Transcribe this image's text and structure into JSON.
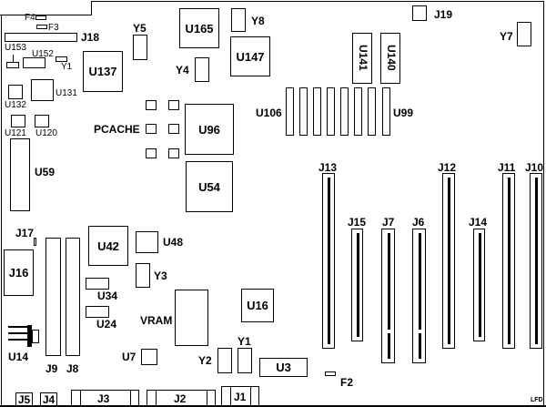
{
  "title": "Motherboard component layout",
  "labels": {
    "F4": "F4",
    "F3": "F3",
    "J18": "J18",
    "U153": "U153",
    "U152": "U152",
    "Y1_top": "Y1",
    "Y5": "Y5",
    "U165": "U165",
    "Y8": "Y8",
    "Y4": "Y4",
    "U147": "U147",
    "U137": "U137",
    "J19": "J19",
    "Y7": "Y7",
    "U141": "U141",
    "U140": "U140",
    "U106": "U106",
    "U99": "U99",
    "U131": "U131",
    "U132": "U132",
    "U121": "U121",
    "U120": "U120",
    "PCACHE": "PCACHE",
    "U96": "U96",
    "U54": "U54",
    "U59": "U59",
    "J13": "J13",
    "J12": "J12",
    "J11": "J11",
    "J10": "J10",
    "J15": "J15",
    "J7": "J7",
    "J6": "J6",
    "J14": "J14",
    "J17": "J17",
    "J16": "J16",
    "U42": "U42",
    "U48": "U48",
    "Y3": "Y3",
    "U34": "U34",
    "U24": "U24",
    "VRAM": "VRAM",
    "U16": "U16",
    "U14": "U14",
    "J9": "J9",
    "J8": "J8",
    "U7": "U7",
    "Y1": "Y1",
    "Y2": "Y2",
    "U3": "U3",
    "F2": "F2",
    "J5": "J5",
    "J4": "J4",
    "J3": "J3",
    "J2": "J2",
    "J1": "J1",
    "corner_mark": "LFD"
  }
}
